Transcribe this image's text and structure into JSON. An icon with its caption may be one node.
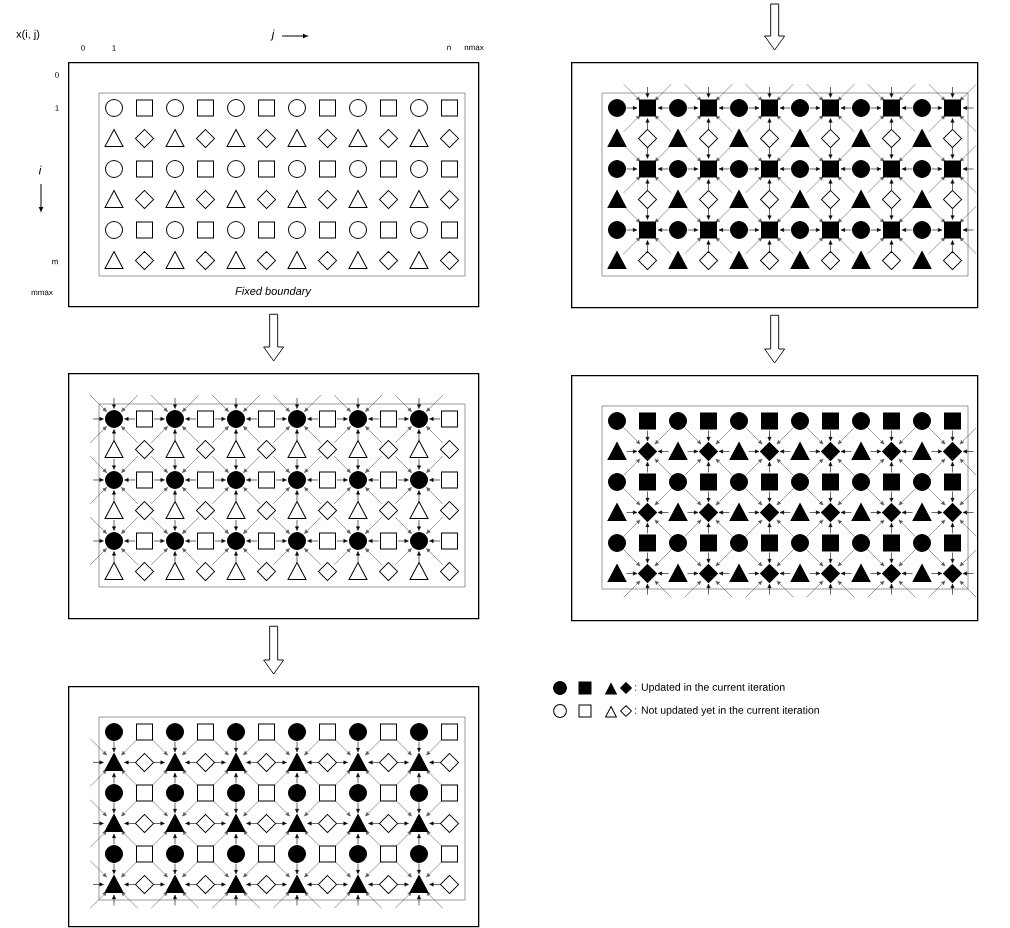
{
  "diagram": {
    "nodes": [
      {
        "text": [
          "Fixed boundary"
        ]
      },
      {
        "text": [],
        "shape": "box"
      },
      {
        "text": [],
        "shape": "box"
      },
      {
        "text": [],
        "shape": "box"
      },
      {
        "text": [],
        "shape": "box"
      }
    ],
    "edges": [
      {
        "from": 0,
        "to": 1,
        "arrow": "to"
      },
      {
        "from": 1,
        "to": 2,
        "arrow": "to"
      },
      {
        "from": null,
        "to": 3,
        "arrow": "to"
      },
      {
        "from": 3,
        "to": 4,
        "arrow": "to"
      }
    ],
    "labels": [
      "x(i, j)",
      "0",
      "1",
      "j",
      "n",
      "nmax",
      "0",
      "1",
      "i",
      "m",
      "mmax"
    ],
    "legend": [
      {
        "text": ": Updated in the current iteration"
      },
      {
        "text": ": Not updated yet in the current iteration"
      }
    ]
  }
}
